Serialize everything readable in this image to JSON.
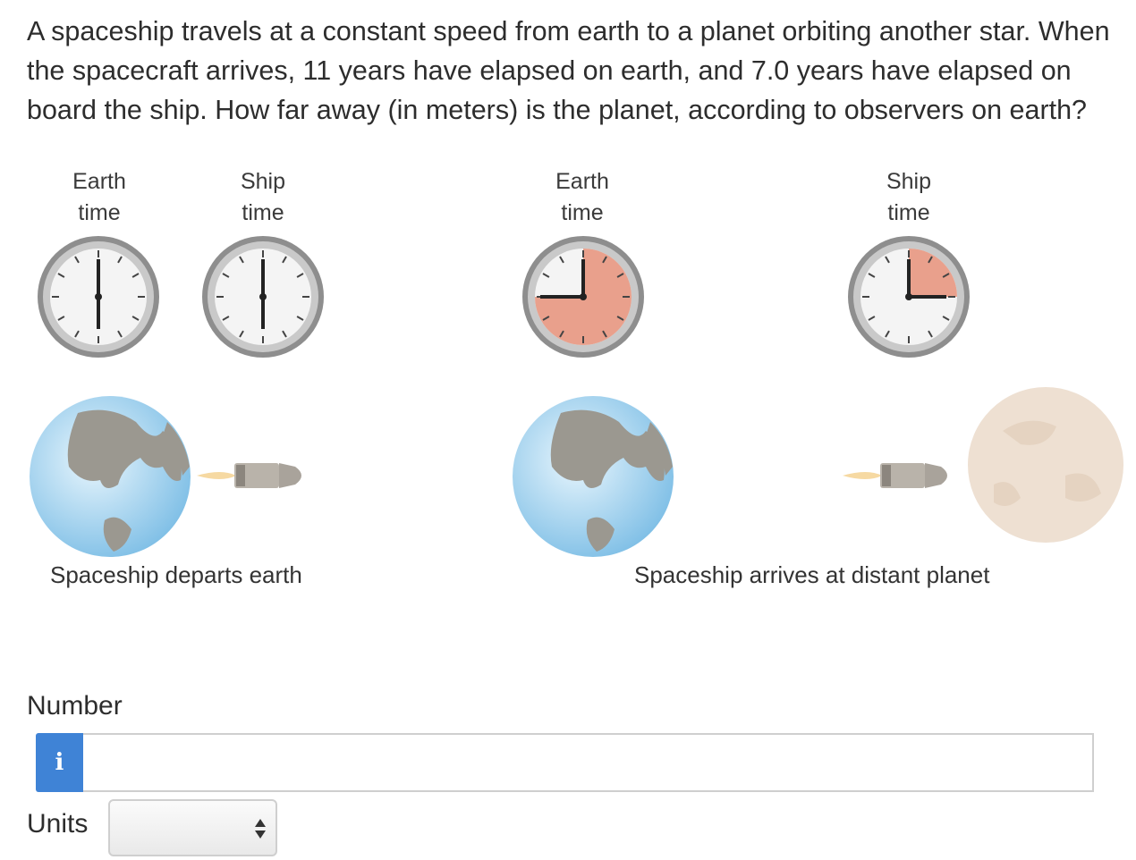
{
  "question": {
    "text": "A spaceship travels at a constant speed from earth to a planet orbiting another star. When the spacecraft arrives, 11 years have elapsed on earth, and 7.0 years have elapsed on board the ship. How far away (in meters) is the planet, according to observers on earth?"
  },
  "figure": {
    "left_panel": {
      "earth_clock_label": [
        "Earth",
        "time"
      ],
      "ship_clock_label": [
        "Ship",
        "time"
      ],
      "caption": "Spaceship departs earth"
    },
    "right_panel": {
      "earth_clock_label": [
        "Earth",
        "time"
      ],
      "ship_clock_label": [
        "Ship",
        "time"
      ],
      "caption": "Spaceship arrives at distant planet"
    },
    "colors": {
      "elapsed_fill": "#e9a08c",
      "earth_ocean": "#9fd0ee",
      "land": "#9b9890",
      "planet": "#eee0d2"
    }
  },
  "answer": {
    "number_label": "Number",
    "info_icon": "info-icon",
    "number_value": "",
    "units_label": "Units",
    "units_selected": ""
  }
}
